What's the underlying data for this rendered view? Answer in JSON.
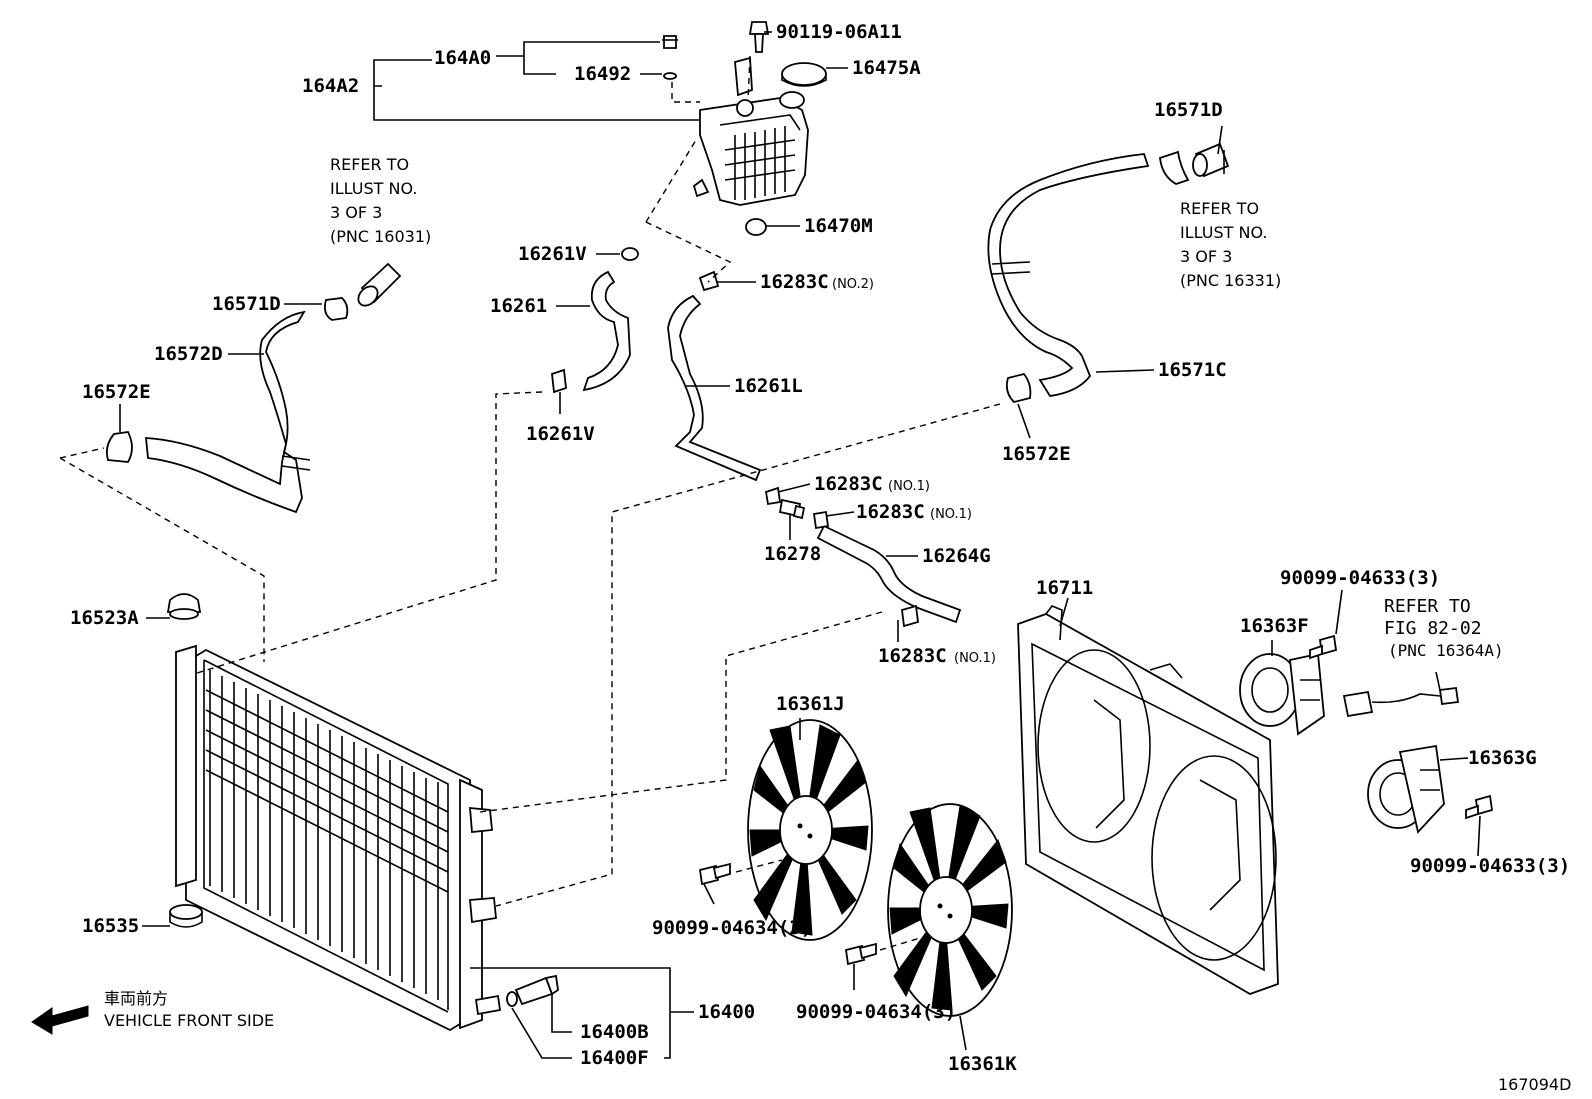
{
  "labels": {
    "p164A0": "164A0",
    "p164A2": "164A2",
    "p16492": "16492",
    "p90119": "90119-06A11",
    "p16475A": "16475A",
    "p16470M": "16470M",
    "p16261V_top": "16261V",
    "p16261": "16261",
    "p16261V_bot": "16261V",
    "p16283C_no2": "16283C",
    "p16261L": "16261L",
    "p16571D_left": "16571D",
    "p16572D": "16572D",
    "p16572E_left": "16572E",
    "p16571D_right": "16571D",
    "p16571C": "16571C",
    "p16572E_right": "16572E",
    "p16283C_a": "16283C",
    "p16283C_b": "16283C",
    "p16278": "16278",
    "p16264G": "16264G",
    "p16283C_c": "16283C",
    "p16523A": "16523A",
    "p16535": "16535",
    "p16711": "16711",
    "p16361J": "16361J",
    "p16361K": "16361K",
    "p16363F": "16363F",
    "p16363G": "16363G",
    "p90099_04633_top": "90099-04633(3)",
    "p90099_04633_bot": "90099-04633(3)",
    "p90099_04634_a": "90099-04634(3)",
    "p90099_04634_b": "90099-04634(3)",
    "p16400": "16400",
    "p16400B": "16400B",
    "p16400F": "16400F",
    "diagram_no": "167094D"
  },
  "qualifiers": {
    "no2": "(NO.2)",
    "no1_a": "(NO.1)",
    "no1_b": "(NO.1)",
    "no1_c": "(NO.1)"
  },
  "notes": {
    "left": [
      "REFER TO",
      "ILLUST NO.",
      "3 OF 3",
      "(PNC 16031)"
    ],
    "right": [
      "REFER TO",
      "ILLUST NO.",
      "3 OF 3",
      "(PNC 16331)"
    ],
    "fig": [
      "REFER TO",
      "FIG 82-02",
      "(PNC 16364A)"
    ]
  },
  "front": {
    "jp": "車両前方",
    "en": "VEHICLE FRONT SIDE"
  }
}
